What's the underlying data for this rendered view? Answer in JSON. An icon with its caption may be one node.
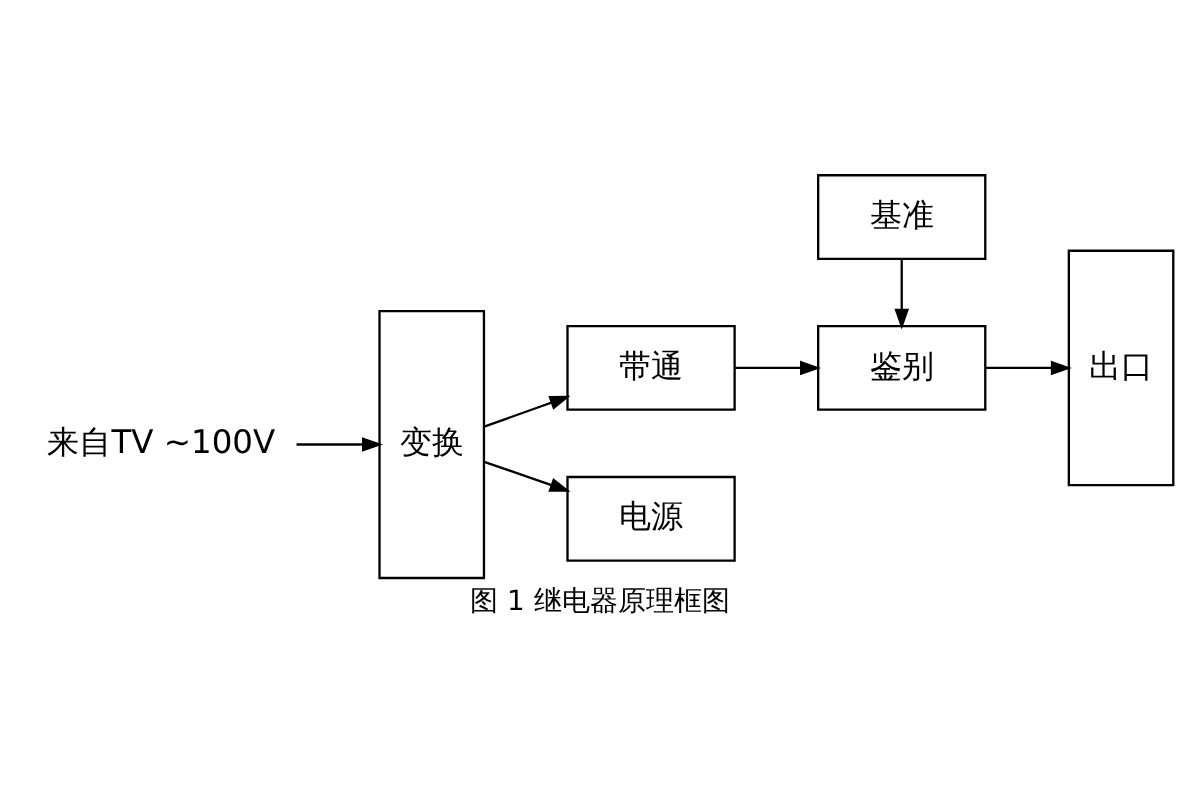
{
  "diagram": {
    "caption": "图 1 继电器原理框图",
    "nodes": [
      {
        "text": [
          "来自TV ~100V"
        ]
      },
      {
        "text": [
          "变换"
        ]
      },
      {
        "text": [
          "带通"
        ]
      },
      {
        "text": [
          "电源"
        ]
      },
      {
        "text": [
          "基准"
        ]
      },
      {
        "text": [
          "鉴别"
        ]
      },
      {
        "text": [
          "出口"
        ]
      }
    ],
    "edges": [
      {
        "from": 0,
        "to": 1,
        "arrow": "to"
      },
      {
        "from": 1,
        "to": 2,
        "arrow": "to"
      },
      {
        "from": 1,
        "to": 3,
        "arrow": "to"
      },
      {
        "from": 2,
        "to": 5,
        "arrow": "to"
      },
      {
        "from": 4,
        "to": 5,
        "arrow": "to"
      },
      {
        "from": 5,
        "to": 6,
        "arrow": "to"
      }
    ]
  }
}
